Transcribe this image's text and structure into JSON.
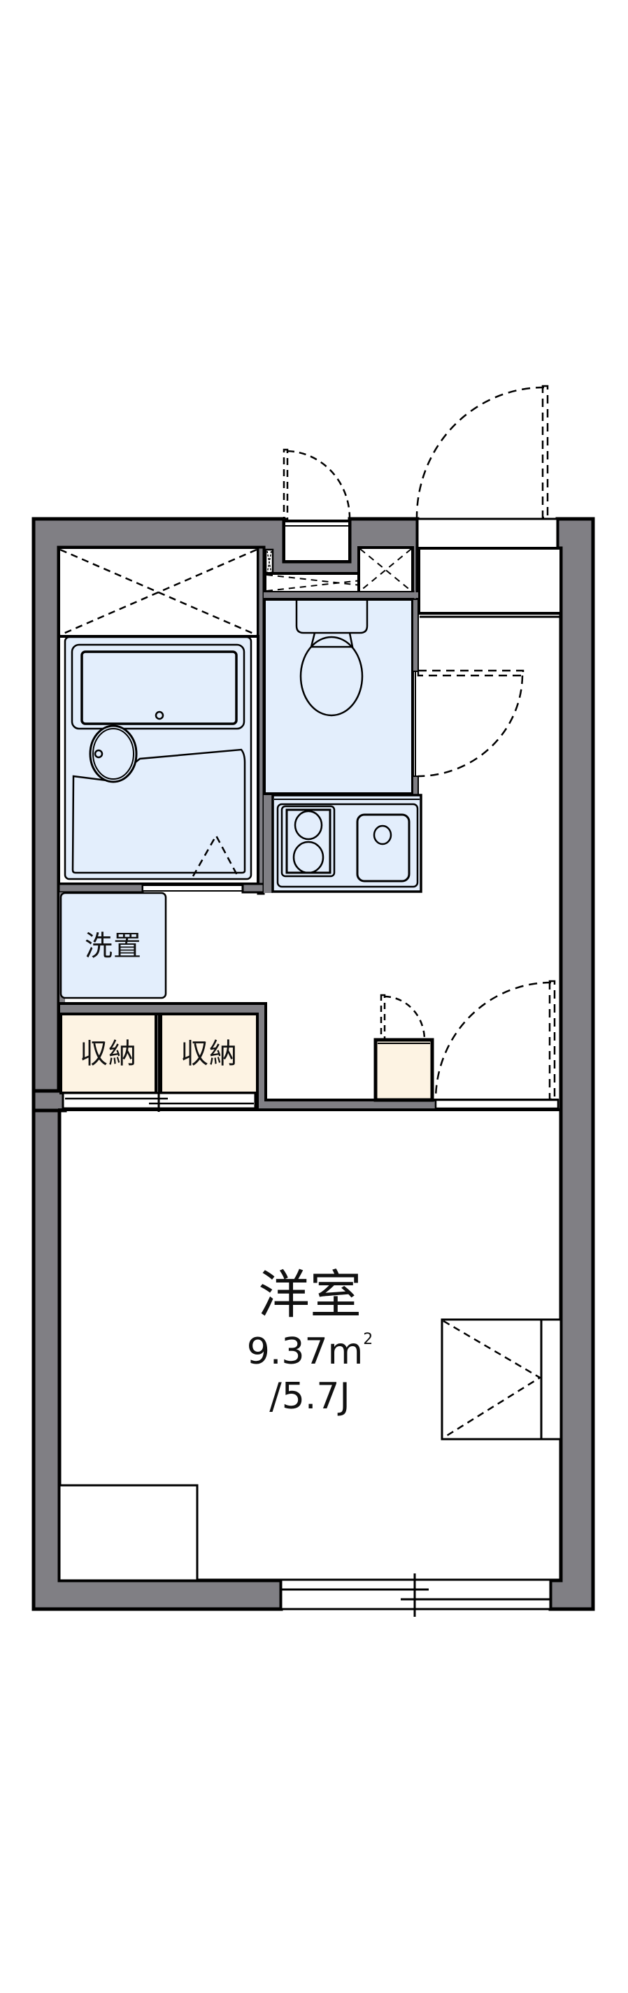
{
  "floorplan": {
    "colors": {
      "wall": "#807f84",
      "wet_area": "#e3eefc",
      "storage": "#fdf3e3",
      "line": "#000000",
      "background": "#ffffff"
    },
    "rooms": [
      {
        "id": "western-room",
        "label": "洋室",
        "area": "9.37㎡",
        "area_number": "9.37",
        "area_unit": "m",
        "area_unit_sup": "2",
        "tatami": "/5.7J"
      },
      {
        "id": "washer-space",
        "label": "洗置"
      },
      {
        "id": "storage-1",
        "label": "収納"
      },
      {
        "id": "storage-2",
        "label": "収納"
      }
    ],
    "fixtures": [
      "unit-bath",
      "toilet",
      "kitchen-stove",
      "kitchen-sink",
      "shoe-cabinet",
      "air-conditioner-closet",
      "entrance-door",
      "meter-box-door",
      "balcony-window"
    ]
  }
}
